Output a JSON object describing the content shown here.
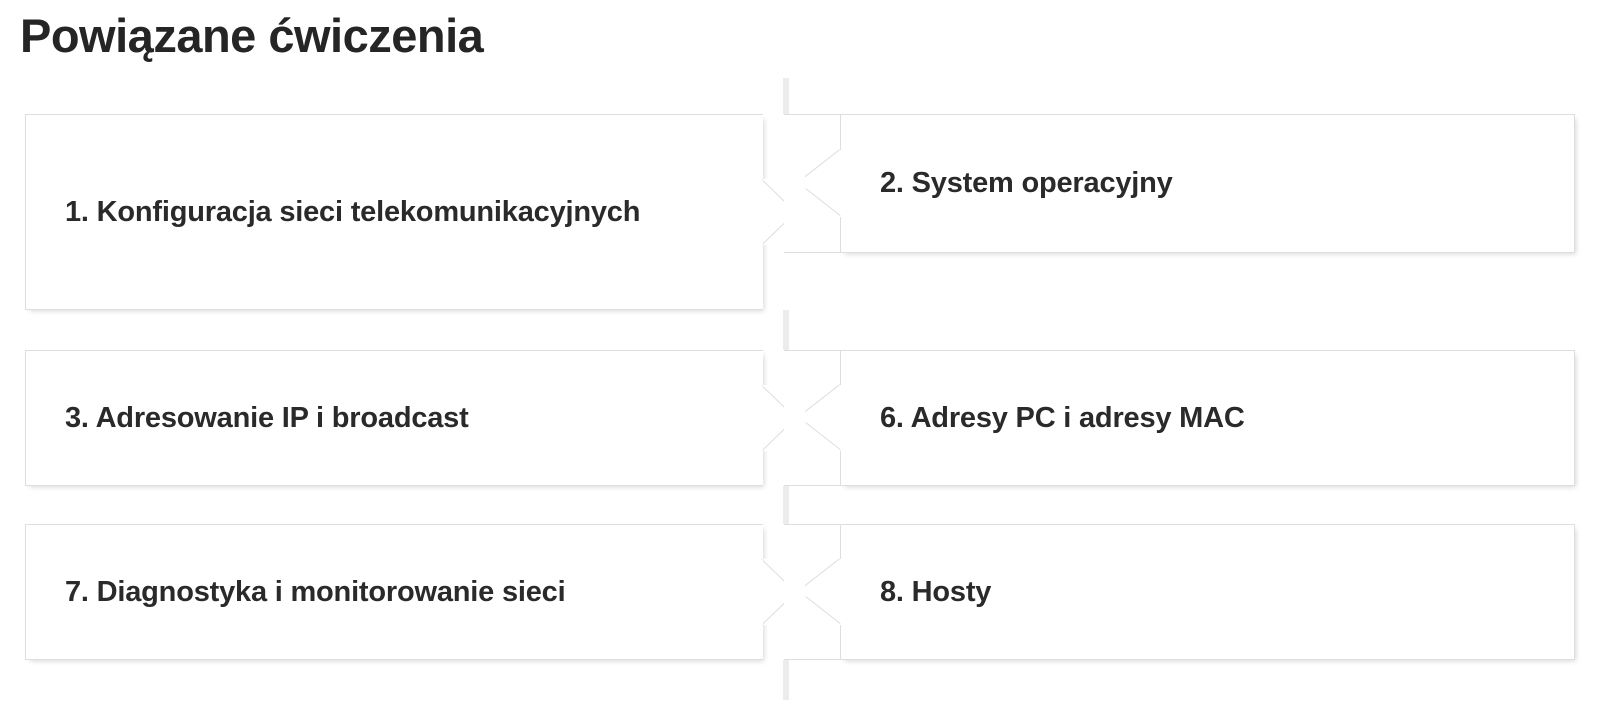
{
  "page": {
    "title": "Powiązane ćwiczenia",
    "background_color": "#ffffff",
    "text_color": "#2a2a2a",
    "card_background": "#ffffff",
    "card_border_color": "#dedede",
    "divider_color": "#ececec"
  },
  "divider": {
    "name": "vertical-center-divider"
  },
  "cards": {
    "left": [
      {
        "id": "card-1",
        "label": "1. Konfiguracja sieci telekomunikacyjnych",
        "number": "1"
      },
      {
        "id": "card-3",
        "label": "3. Adresowanie IP i broadcast",
        "number": "3"
      },
      {
        "id": "card-7",
        "label": "7. Diagnostyka i monitorowanie sieci",
        "number": "7"
      }
    ],
    "right": [
      {
        "id": "card-2",
        "label": "2. System operacyjny",
        "number": "2"
      },
      {
        "id": "card-6",
        "label": "6. Adresy PC i adresy MAC",
        "number": "6"
      },
      {
        "id": "card-8",
        "label": "8. Hosty",
        "number": "8"
      }
    ]
  }
}
